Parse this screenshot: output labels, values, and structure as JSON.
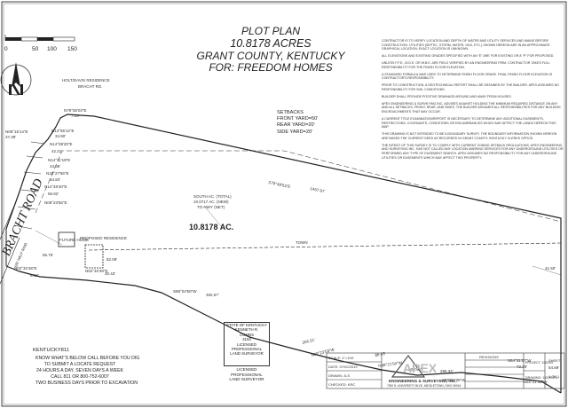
{
  "title": {
    "line1": "PLOT PLAN",
    "line2": "10.8178 ACRES",
    "line3": "GRANT COUNTY, KENTUCKY",
    "line4": "FOR: FREEDOM HOMES"
  },
  "scale_bar": {
    "labels": [
      "0",
      "50",
      "100",
      "150"
    ]
  },
  "neighbor_label": {
    "line1": "HOLT/DAVIS RESIDENCE",
    "line2": "BRACHT RD."
  },
  "setbacks": {
    "heading": "SETBACKS",
    "front": "FRONT YARD=50'",
    "rear": "REAR YARD=20'",
    "side": "SIDE YARD=20'"
  },
  "acreage_label": "10.8178 AC.",
  "road": {
    "name": "BRACHT ROAD",
    "sub": "(25' HALF R/W)"
  },
  "bearings": {
    "b1": "N08°15'14\"E",
    "b2": "N79°55'03\"E",
    "b3": "N13°55'12\"E",
    "b4": "N14°08'20\"E",
    "b5": "N14°11'18\"E",
    "b6": "N10°27'56\"E",
    "b7": "N14°48'40\"E",
    "b8": "N08°23'56\"E",
    "b9": "S79°48'53\"E",
    "b10": "S88°04'50\"W",
    "b11": "N88°23'53\"W",
    "b12": "N88°21'54\"W",
    "b13": "S89°21'36\"W",
    "b14": "S64°31'27\"W",
    "b15": "S65°21'35\"W",
    "b16": "N02°32'48\"E"
  },
  "distances": {
    "d1": "37.39'",
    "d2": "7.25'",
    "d3": "34.90'",
    "d4": "42.21'",
    "d5": "43.95'",
    "d6": "54.84'",
    "d7": "56.92'",
    "d8": "1467.97'",
    "d9": "492.67'",
    "d10": "266.21'",
    "d11": "86.43'",
    "d12": "100.46'",
    "d13": "285.34'",
    "d14": "72.29'",
    "d15": "54.69'",
    "d16": "41.50'",
    "d17": "55.75'",
    "d18": "8.18'",
    "d19": "30.43'",
    "d20": "82.08'"
  },
  "centerline_labels": {
    "utility": "TOWN",
    "house": "FUTURE HOME",
    "drive": "PROPOSED RESIDENCE"
  },
  "septic_labels": {
    "l1": "SOUTH AC. (TOTAL)",
    "l2": "10.0717 AC. (NEW)",
    "l3": "TO HWY (NET)"
  },
  "kentucky811": {
    "heading": "KENTUCKY811",
    "lines": [
      "KNOW WHAT'S BELOW CALL BEFORE YOU DIG",
      "TO SUBMIT A LOCATE REQUEST",
      "24 HOURS A DAY, SEVEN DAYS A WEEK",
      "CALL 811 OR 800-752-6007",
      "TWO BUSINESS DAYS PRIOR TO EXCAVATION"
    ]
  },
  "stamp": {
    "l1": "STATE OF KENTUCKY",
    "l2": "KENNETH R.",
    "l3": "COMBS",
    "l4": "3164",
    "l5": "LICENSED",
    "l6": "PROFESSIONAL",
    "l7": "LAND SURVEYOR",
    "below": [
      "LICENSED",
      "PROFESSIONAL",
      "LAND SURVEYOR"
    ]
  },
  "title_block": {
    "scale": "SCALE: 1\"=100'",
    "date": "DATE: 07/02/2019",
    "drawn": "DRAWN: JLS",
    "checked": "CHECKED: KRC",
    "firm": "ENGINEERING & SURVEYING, INC.",
    "address": "7390 N. UNIVERSITY BLVD. MIDDLETOWN, OHIO 45044",
    "revisions": "REVISIONS",
    "project_no": "PROJECT: 19229G",
    "drawing_no": "DRAWING: 19229GPA",
    "sheet_label": "SHEET",
    "sheet_num": "1 OF 1",
    "logo_text": "APEX"
  },
  "notes": [
    "CONTRACTOR IS TO VERIFY LOCATION AND DEPTH OF WATER AND UTILITY SERVICES AND MAINS BEFORE CONSTRUCTION. UTILITIES (SEPTIC, STORM, WATER, GAS, ETC.) SHOWN HEREON ARE IN AN APPROXIMATE GRAPHICAL LOCATION; EXACT LOCATION IS UNKNOWN.",
    "ALL ELEVATIONS AND EXISTING GRADES SPECIFIED WITH AN \"E\" ARE FOR EXISTING OR A \"P\" FOR PROPOSED.",
    "UNLESS F.F.E., M.D.E. OR W.B.E. ARE FIELD VERIFIED BY AN ENGINEERING FIRM, CONTRACTOR TAKES FULL RESPONSIBILITY FOR THE FINISH FLOOR ELEVATION.",
    "A STANDARD FORMULA WAS USED TO DETERMINE FINISH FLOOR GRADE. FINAL FINISH FLOOR ELEVATION IS CONTRACTOR'S RESPONSIBILITY.",
    "PRIOR TO CONSTRUCTION, A GEOTECHNICAL REPORT SHALL BE OBTAINED BY THE BUILDER. APEX ASSUMES NO RESPONSIBILITY FOR SOIL CONDITIONS.",
    "BUILDER SHALL PROVIDE POSITIVE DRAINAGE AROUND AND AWAY FROM HOUSES.",
    "APEX ENGINEERING & SURVEYING INC. ADVISES AGAINST HOLDING THE MINIMUM REQUIRED DISTANCE ON ANY AND ALL SETBACKS, FRONT, REAR, AND SIDES. THE BUILDER ASSUMES ALL RESPONSIBILITIES FOR ANY BUILDING ENCROACHMENTS THAT MAY OCCUR.",
    "A CURRENT TITLE EXAMINATION/REPORT IS NECESSARY TO DETERMINE ANY ADDITIONAL EASEMENTS, RESTRICTIONS, COVENANTS, CONDITIONS OR ENCUMBRANCES WHICH MAY AFFECT THE LANDS HEREON THIS MAP.",
    "THIS DRAWING IS NOT INTENDED TO BE A BOUNDARY SURVEY. THE BOUNDARY INFORMATION SHOWN HEREON ARE BASED THE CURRENT DEED AS RECORDED IN GRANT COUNTY, KENTUCKY CLERKS OFFICE.",
    "THE INTENT OF THIS SURVEY IS TO COMPLY WITH CURRENT ZONING SETBACK REGULATIONS. APEX ENGINEERING AND SURVEYING INC. HAS NOT CALLED ANY LOCATION MARKING SERVICES FOR ANY UNDERGROUND UTILITIES OR PERFORMED ANY TYPE OF EASEMENT SEARCH. APEX ASSUMES NO RESPONSIBILITY FOR ANY UNDERGROUND UTILITIES OR EASEMENTS WHICH MAY AFFECT THIS PROPERTY."
  ]
}
